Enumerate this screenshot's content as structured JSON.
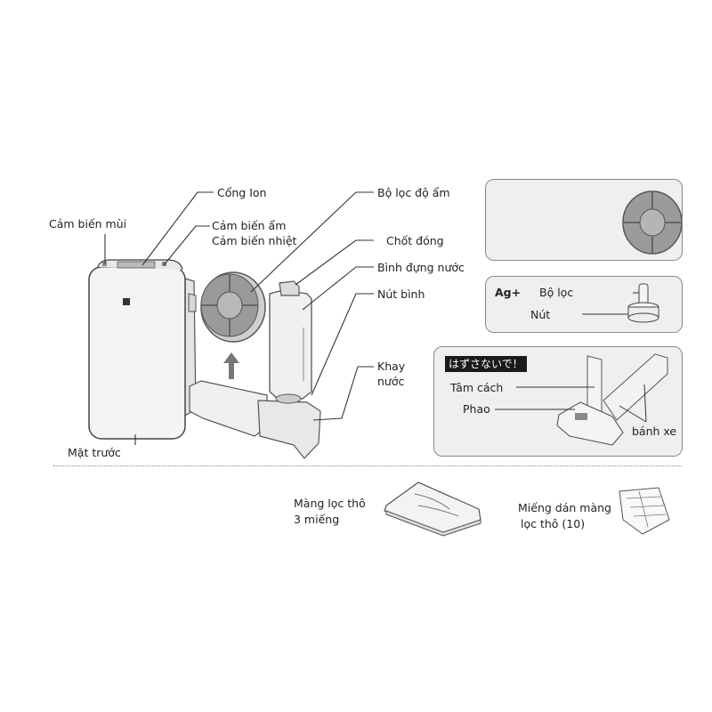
{
  "main_unit": {
    "labels": {
      "odor_sensor": "Cảm biến mùi",
      "ion_port": "Cổng Ion",
      "humidity_sensor": "Cảm biến ẩm",
      "temperature_sensor": "Cảm biến nhiệt",
      "front_panel": "Mặt trước",
      "humidifying_filter": "Bộ lọc độ ẩm",
      "lock_latch": "Chốt đóng",
      "water_tank": "Bình đựng nước",
      "tank_cap": "Nút bình",
      "water_tray_line1": "Khay",
      "water_tray_line2": "nước"
    }
  },
  "panel_ag": {
    "ag_symbol": "Ag+",
    "filter_label": "Bộ lọc",
    "cap_label": "Nút"
  },
  "panel_tray": {
    "warning_badge": "はずさないで！",
    "separator_label": "Tâm cách",
    "float_label": "Phao",
    "wheel_label": "bánh xe"
  },
  "accessories": {
    "prefilter_line1": "Màng lọc thô",
    "prefilter_line2": "3 miếng",
    "sticker_line1": "Miếng dán màng",
    "sticker_line2": "lọc thô (10)"
  }
}
